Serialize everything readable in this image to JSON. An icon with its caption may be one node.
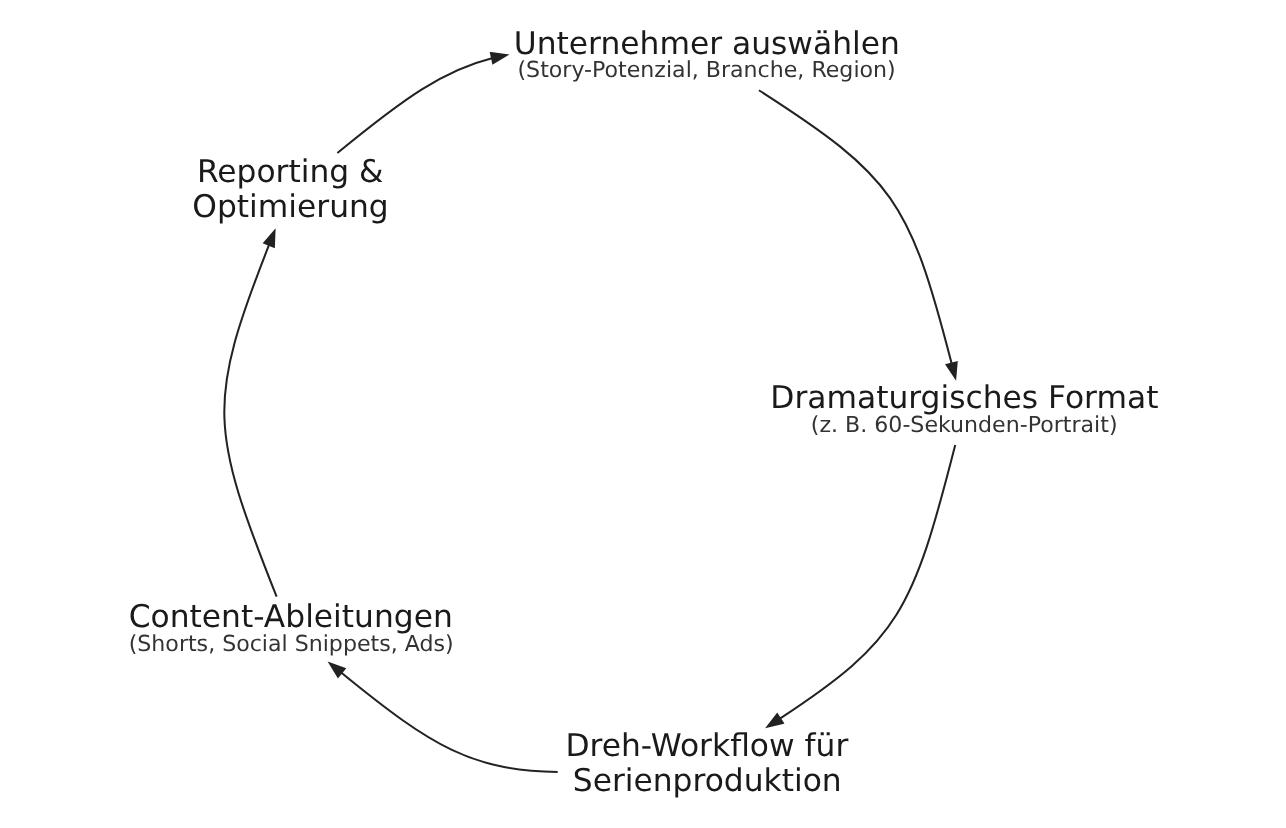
{
  "diagram": {
    "nodes": [
      {
        "text": [
          "Unternehmer auswählen",
          "(Story-Potenzial, Branche, Region)"
        ]
      },
      {
        "text": [
          "Dramaturgisches Format",
          "(z. B. 60-Sekunden-Portrait)"
        ]
      },
      {
        "text": [
          "Dreh-Workflow für Serienproduktion"
        ]
      },
      {
        "text": [
          "Content-Ableitungen",
          "(Shorts, Social Snippets, Ads)"
        ]
      },
      {
        "text": [
          "Reporting & Optimierung"
        ]
      }
    ],
    "edges": [
      {
        "from": 0,
        "to": 1,
        "arrow": "to"
      },
      {
        "from": 1,
        "to": 2,
        "arrow": "to"
      },
      {
        "from": 2,
        "to": 3,
        "arrow": "to"
      },
      {
        "from": 3,
        "to": 4,
        "arrow": "to"
      },
      {
        "from": 4,
        "to": 0,
        "arrow": "to"
      }
    ]
  }
}
